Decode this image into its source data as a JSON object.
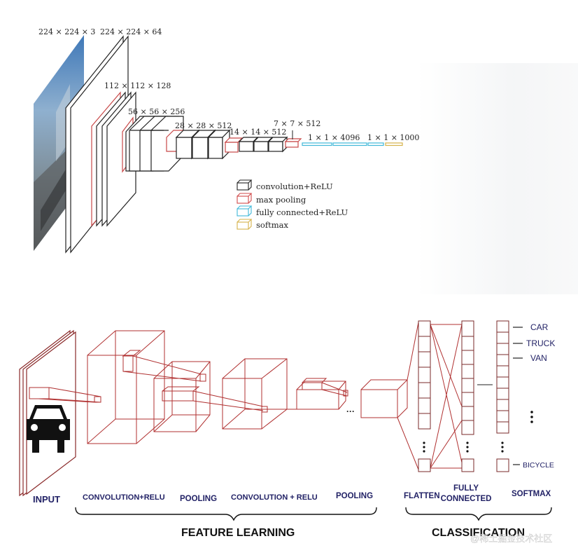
{
  "vgg": {
    "dims": {
      "input": "224 × 224 × 3",
      "conv1": "224 × 224 × 64",
      "conv2": "112 × 112 × 128",
      "conv3": "56 × 56 × 256",
      "conv4": "28 × 28 × 512",
      "conv5": "14 × 14 × 512",
      "pool5": "7 × 7 × 512",
      "fc1": "1 × 1 × 4096",
      "fc3": "1 × 1 × 1000"
    },
    "legend": [
      {
        "label": "convolution+ReLU",
        "color": "#222222"
      },
      {
        "label": "max pooling",
        "color": "#d04a4a"
      },
      {
        "label": "fully connected+ReLU",
        "color": "#3fb8d8"
      },
      {
        "label": "softmax",
        "color": "#d6b24a"
      }
    ]
  },
  "cnn": {
    "stage_labels": {
      "input": "INPUT",
      "conv1": "CONVOLUTION+RELU",
      "pool1": "POOLING",
      "conv2": "CONVOLUTION + RELU",
      "pool2": "POOLING",
      "flatten": "FLATTEN",
      "fc": "FULLY\nCONNECTED",
      "softmax": "SOFTMAX"
    },
    "group_labels": {
      "feature": "FEATURE LEARNING",
      "classification": "CLASSIFICATION"
    },
    "classes": [
      "CAR",
      "TRUCK",
      "VAN",
      "BICYCLE"
    ],
    "ellipsis": "···",
    "colors": {
      "line": "#b03030",
      "box": "#9a2a2a",
      "text": "#222266"
    }
  },
  "watermark": "@稀土掘金技术社区"
}
